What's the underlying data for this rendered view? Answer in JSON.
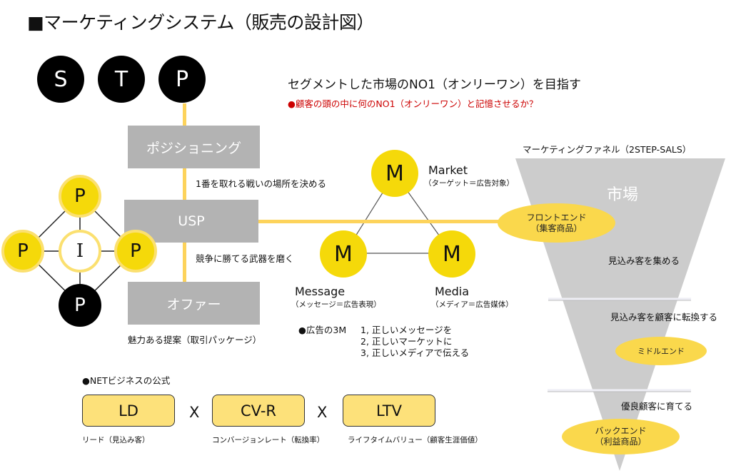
{
  "title": "■マーケティングシステム（販売の設計図）",
  "stp": {
    "letters": [
      "S",
      "T",
      "P"
    ],
    "headline": "セグメントした市場のNO1（オンリーワン）を目指す",
    "subline": "●顧客の頭の中に何のNO1（オンリーワン）と記憶させるか？",
    "accent_red": "#cc0000"
  },
  "positioning": {
    "boxes": [
      "ポジショニング",
      "USP",
      "オファー"
    ],
    "notes": [
      "1番を取れる戦いの場所を決める",
      "競争に勝てる武器を磨く",
      "魅力ある提案（取引パッケージ）"
    ]
  },
  "pip": {
    "top": "P",
    "left": "P",
    "center": "I",
    "right": "P",
    "bottom": "P"
  },
  "three_m": {
    "letter": "M",
    "market": {
      "name": "Market",
      "desc": "（ターゲット＝広告対象）"
    },
    "message": {
      "name": "Message",
      "desc": "（メッセージ＝広告表現）"
    },
    "media": {
      "name": "Media",
      "desc": "（メディア＝広告媒体）"
    },
    "list_label": "●広告の3M",
    "list": [
      "1, 正しいメッセージを",
      "2, 正しいマーケットに",
      "3, 正しいメディアで伝える"
    ]
  },
  "funnel": {
    "title": "マーケティングファネル（2STEP-SALS）",
    "market_label": "市場",
    "front_end": [
      "フロントエンド",
      "（集客商品）"
    ],
    "stage1": "見込み客を集める",
    "stage2": "見込み客を顧客に転換する",
    "middle_end": "ミドルエンド",
    "stage3": "優良顧客に育てる",
    "back_end": [
      "バックエンド",
      "（利益商品）"
    ]
  },
  "net_formula": {
    "heading": "●NETビジネスの公式",
    "operator": "X",
    "terms": [
      {
        "abbr": "LD",
        "desc": "リード（見込み客）"
      },
      {
        "abbr": "CV-R",
        "desc": "コンバージョンレート（転換率）"
      },
      {
        "abbr": "LTV",
        "desc": "ライフタイムバリュー（顧客生涯価値）"
      }
    ]
  },
  "colors": {
    "yellow": "#f5d90a",
    "light_yellow": "#fdd35b",
    "gray_box": "#b3b3b3",
    "funnel_gray": "#cccccc"
  }
}
